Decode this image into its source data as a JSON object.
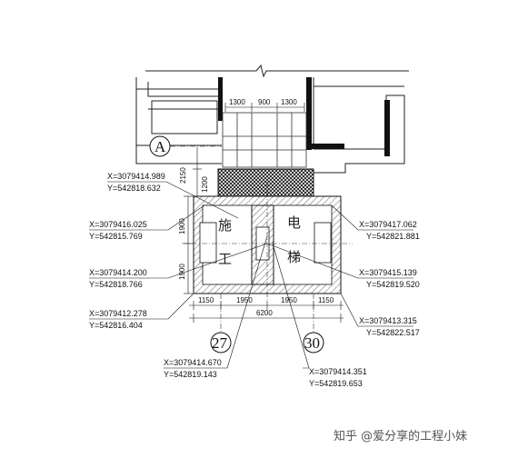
{
  "grid_labels": {
    "a": "A",
    "g27": "27",
    "g30": "30"
  },
  "room_labels": {
    "shi": "施",
    "gong": "工",
    "dian": "电",
    "ti": "梯"
  },
  "dimensions": {
    "top": [
      "1300",
      "900",
      "1300"
    ],
    "left_upper": [
      "2150",
      "1200"
    ],
    "left_lower": [
      "1900",
      "1900"
    ],
    "bottom": [
      "1150",
      "1950",
      "1950",
      "1150"
    ],
    "total": "6200"
  },
  "coordinates": [
    {
      "x": "X=3079414.989",
      "y": "Y=542818.632"
    },
    {
      "x": "X=3079416.025",
      "y": "Y=542815.769"
    },
    {
      "x": "X=3079414.200",
      "y": "Y=542818.766"
    },
    {
      "x": "X=3079412.278",
      "y": "Y=542816.404"
    },
    {
      "x": "X=3079414.670",
      "y": "Y=542819.143"
    },
    {
      "x": "X=3079414.351",
      "y": "Y=542819.653"
    },
    {
      "x": "X=3079417.062",
      "y": "Y=542821.881"
    },
    {
      "x": "X=3079415.139",
      "y": "Y=542819.520"
    },
    {
      "x": "X=3079413.315",
      "y": "Y=542822.517"
    }
  ],
  "watermark": "知乎 @爱分享的工程小妹"
}
